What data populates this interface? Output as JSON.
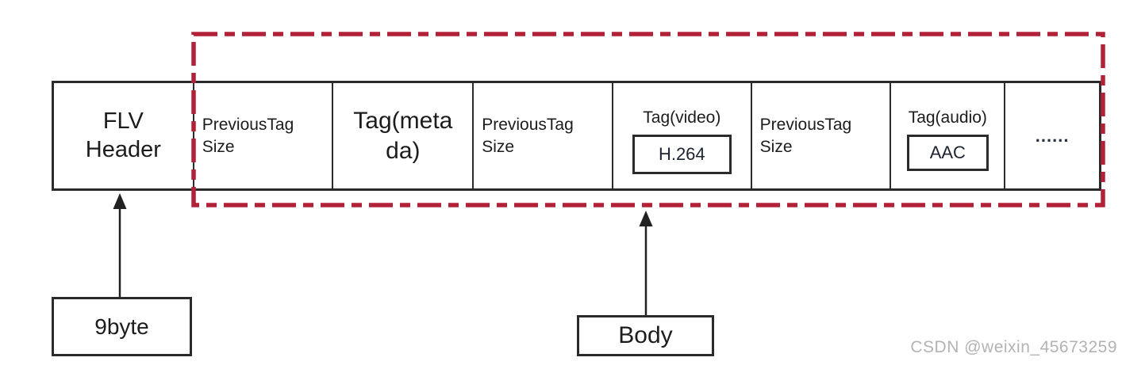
{
  "diagram": {
    "cells": [
      {
        "label": "FLV Header"
      },
      {
        "label": "PreviousTag Size"
      },
      {
        "lines": [
          "Tag(meta",
          "da)"
        ]
      },
      {
        "label": "PreviousTag Size"
      },
      {
        "label": "Tag(video)",
        "codec": "H.264"
      },
      {
        "label": "PreviousTag Size"
      },
      {
        "label": "Tag(audio)",
        "codec": "AAC"
      },
      {
        "label": "......"
      }
    ],
    "callouts": {
      "header_size": "9byte",
      "body": "Body"
    },
    "colors": {
      "dashed_border": "#b32139",
      "line": "#2b2b2b"
    }
  },
  "watermark": "CSDN @weixin_45673259"
}
